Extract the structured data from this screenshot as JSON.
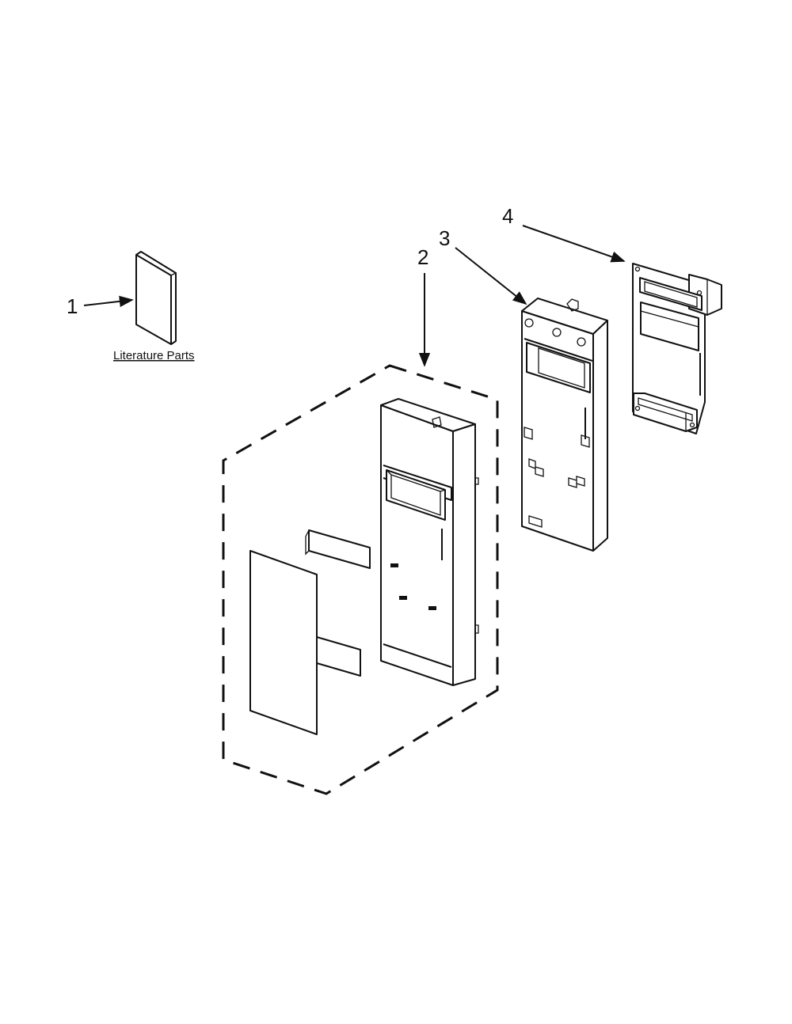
{
  "diagram": {
    "callouts": [
      {
        "id": "1",
        "label": "1"
      },
      {
        "id": "2",
        "label": "2"
      },
      {
        "id": "3",
        "label": "3"
      },
      {
        "id": "4",
        "label": "4"
      }
    ],
    "literature_label": "Literature Parts"
  }
}
